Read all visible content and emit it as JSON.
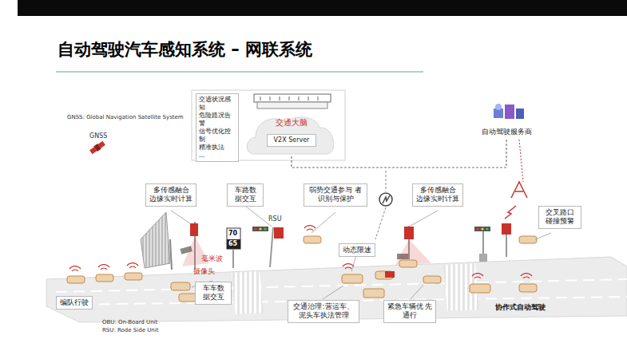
{
  "diagram": {
    "title": "自动驾驶汽车感知系统 – 网联系统",
    "nodes": [
      {
        "text": [
          "交通状况感知",
          "危险路况告警",
          "信号优化控制",
          "精准执法",
          "..."
        ]
      },
      {
        "text": [
          "交通大脑"
        ]
      },
      {
        "text": [
          "V2X Server"
        ],
        "in": 1
      },
      {
        "text": [
          "自动驾驶服务商"
        ]
      },
      {
        "text": [
          "多传感融合 边缘实时计算"
        ]
      },
      {
        "text": [
          "车路数 据交互"
        ]
      },
      {
        "text": [
          "弱势交通参与 者识别与保护"
        ]
      },
      {
        "text": [
          "多传感融合 边缘实时计算"
        ]
      },
      {
        "text": [
          "交叉路口 碰撞预警"
        ]
      },
      {
        "text": [
          "动态限速"
        ]
      },
      {
        "text": [
          "编队行驶"
        ]
      },
      {
        "text": [
          "车车数 据交互"
        ]
      },
      {
        "text": [
          "交通治理:营运车、 泥头车执法管理"
        ]
      },
      {
        "text": [
          "紧急车辆优 先通行"
        ]
      }
    ],
    "edges": [
      {
        "from": 1,
        "to": 3,
        "arrow": "none"
      }
    ],
    "labels": [
      "GNSS: Global Navigation Satellite System",
      "GNSS",
      "RSU",
      "毫米波",
      "摄像头",
      "70",
      "65",
      "协作式自动驾驶",
      "OBU: On-Board Unit",
      "RSU: Rode Side Unit"
    ]
  }
}
